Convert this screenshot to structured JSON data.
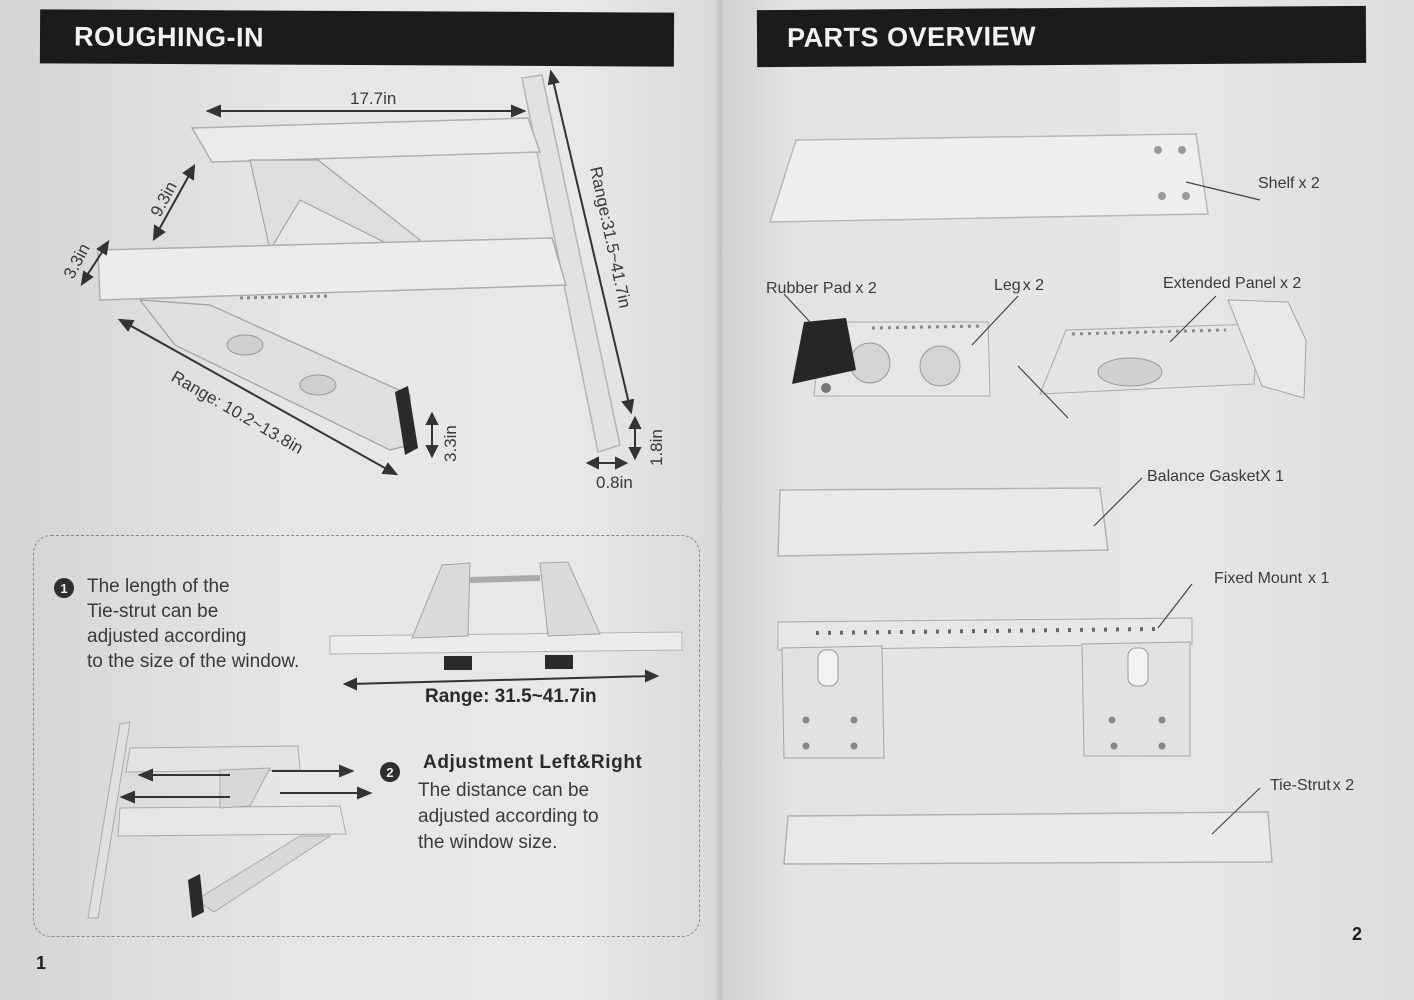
{
  "left_page": {
    "heading": "ROUGHING-IN",
    "dimensions": {
      "width_top": "17.7in",
      "depth": "9.3in",
      "height_left": "3.3in",
      "leg_range": "Range: 10.2~13.8in",
      "pad_height": "3.3in",
      "mount_range": "Range:31.5~41.7in",
      "mount_thickness": "1.8in",
      "mount_width": "0.8in"
    },
    "notes": [
      {
        "number": "1",
        "lines": [
          "The length of the",
          "Tie-strut can be",
          "adjusted according",
          "to the size of the window."
        ]
      },
      {
        "number": "2",
        "title": "Adjustment Left&Right",
        "lines": [
          "The distance can be",
          "adjusted according to",
          "the window size."
        ]
      }
    ],
    "tie_strut_range": "Range: 31.5~41.7in",
    "page_number": "1"
  },
  "right_page": {
    "heading": "PARTS OVERVIEW",
    "parts": [
      {
        "name": "Shelf",
        "qty": "x 2"
      },
      {
        "name": "Rubber Pad",
        "qty": "x 2"
      },
      {
        "name": "Leg",
        "qty": "x 2"
      },
      {
        "name": "Extended Panel",
        "qty": "x 2"
      },
      {
        "name": "Balance Gasket",
        "qty": "X 1"
      },
      {
        "name": "Fixed Mount",
        "qty": "x 1"
      },
      {
        "name": "Tie-Strut",
        "qty": "x 2"
      }
    ],
    "page_number": "2"
  }
}
